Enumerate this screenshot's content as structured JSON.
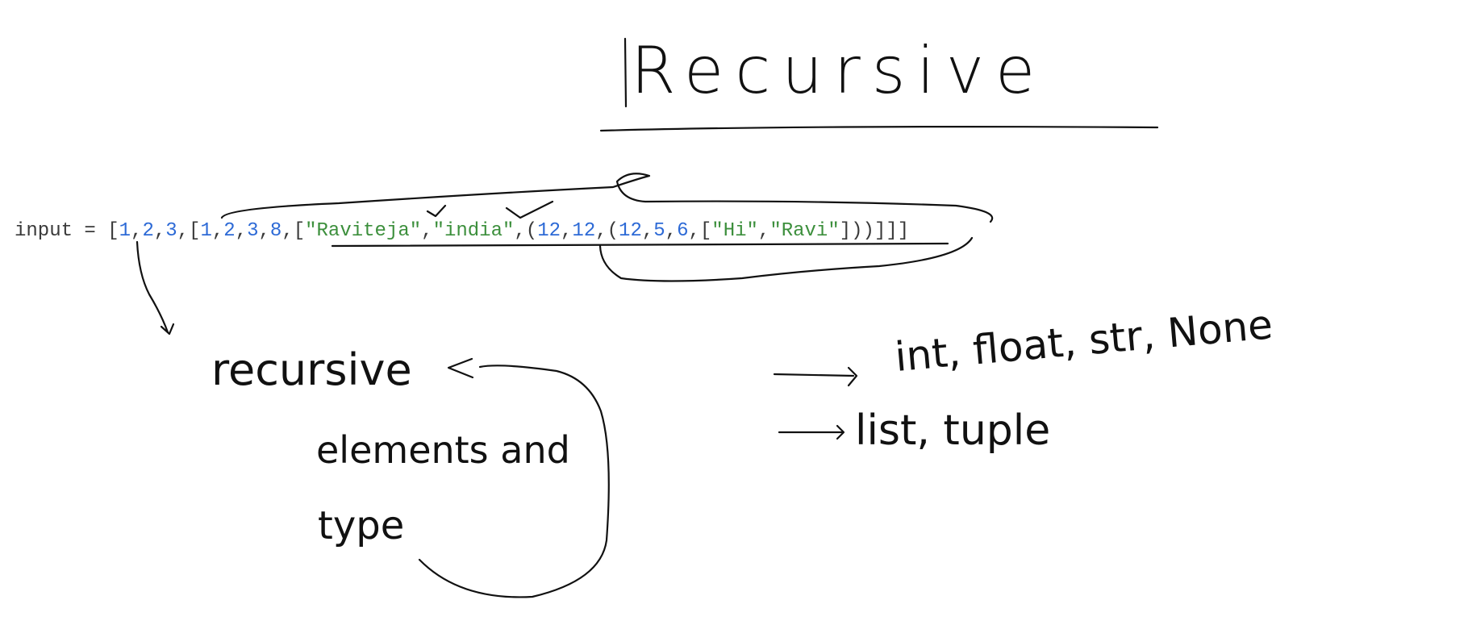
{
  "title": "Recursive",
  "code": {
    "tokens": [
      {
        "t": "input = [",
        "k": "p"
      },
      {
        "t": "1",
        "k": "n"
      },
      {
        "t": ",",
        "k": "p"
      },
      {
        "t": "2",
        "k": "n"
      },
      {
        "t": ",",
        "k": "p"
      },
      {
        "t": "3",
        "k": "n"
      },
      {
        "t": ",[",
        "k": "p"
      },
      {
        "t": "1",
        "k": "n"
      },
      {
        "t": ",",
        "k": "p"
      },
      {
        "t": "2",
        "k": "n"
      },
      {
        "t": ",",
        "k": "p"
      },
      {
        "t": "3",
        "k": "n"
      },
      {
        "t": ",",
        "k": "p"
      },
      {
        "t": "8",
        "k": "n"
      },
      {
        "t": ",[",
        "k": "p"
      },
      {
        "t": "\"Raviteja\"",
        "k": "s"
      },
      {
        "t": ",",
        "k": "p"
      },
      {
        "t": "\"india\"",
        "k": "s"
      },
      {
        "t": ",(",
        "k": "p"
      },
      {
        "t": "12",
        "k": "n"
      },
      {
        "t": ",",
        "k": "p"
      },
      {
        "t": "12",
        "k": "n"
      },
      {
        "t": ",(",
        "k": "p"
      },
      {
        "t": "12",
        "k": "n"
      },
      {
        "t": ",",
        "k": "p"
      },
      {
        "t": "5",
        "k": "n"
      },
      {
        "t": ",",
        "k": "p"
      },
      {
        "t": "6",
        "k": "n"
      },
      {
        "t": ",[",
        "k": "p"
      },
      {
        "t": "\"Hi\"",
        "k": "s"
      },
      {
        "t": ",",
        "k": "p"
      },
      {
        "t": "\"Ravi\"",
        "k": "s"
      },
      {
        "t": "]))]]]",
        "k": "p"
      }
    ]
  },
  "notes": {
    "left_line1": "recursive",
    "left_line2": "elements and",
    "left_line3": "type",
    "right_line1": "int, float, str, None",
    "right_line2": "list, tuple"
  },
  "colors": {
    "number": "#2d6ad6",
    "string": "#3c8f3c",
    "punct": "#3a3a3a",
    "ink": "#111111"
  }
}
